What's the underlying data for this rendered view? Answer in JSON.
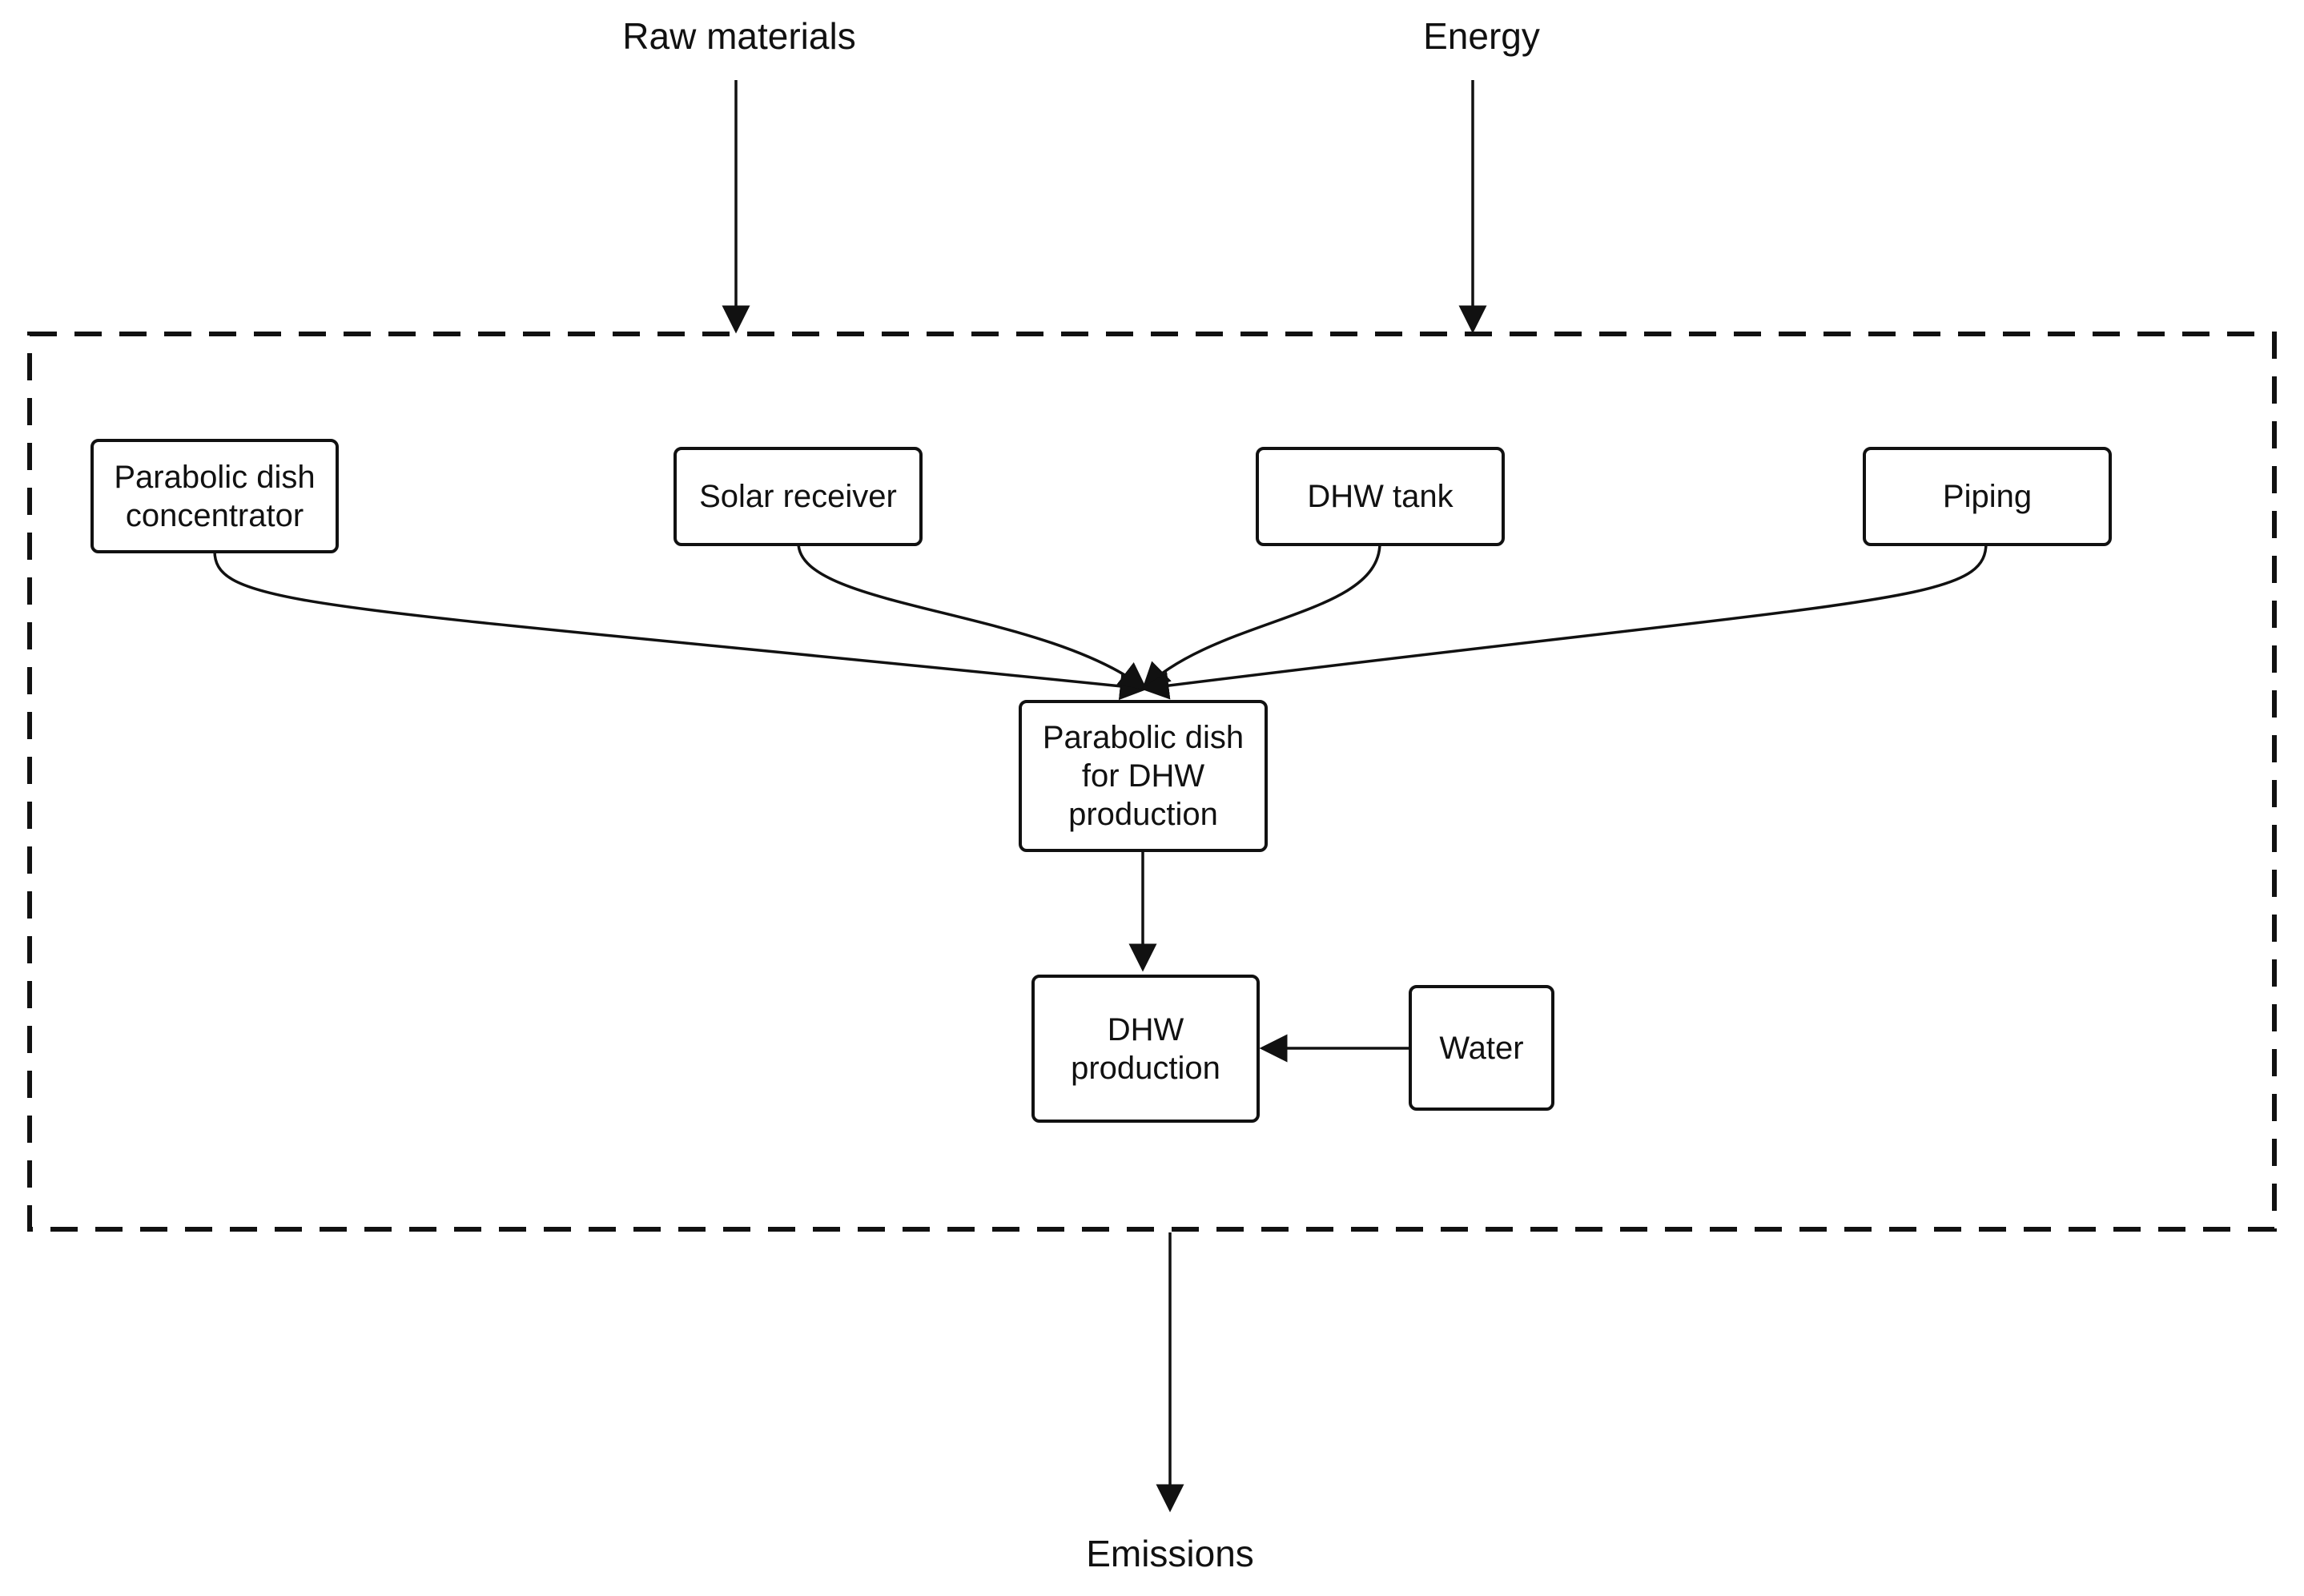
{
  "inputs": {
    "raw_materials": "Raw materials",
    "energy": "Energy"
  },
  "output": {
    "emissions": "Emissions"
  },
  "nodes": {
    "parabolic_dish_concentrator": "Parabolic dish\nconcentrator",
    "solar_receiver": "Solar receiver",
    "dhw_tank": "DHW tank",
    "piping": "Piping",
    "parabolic_dish_for_dhw": "Parabolic dish\nfor DHW\nproduction",
    "dhw_production": "DHW\nproduction",
    "water": "Water"
  },
  "style": {
    "line_color": "#111111",
    "background": "#ffffff"
  }
}
